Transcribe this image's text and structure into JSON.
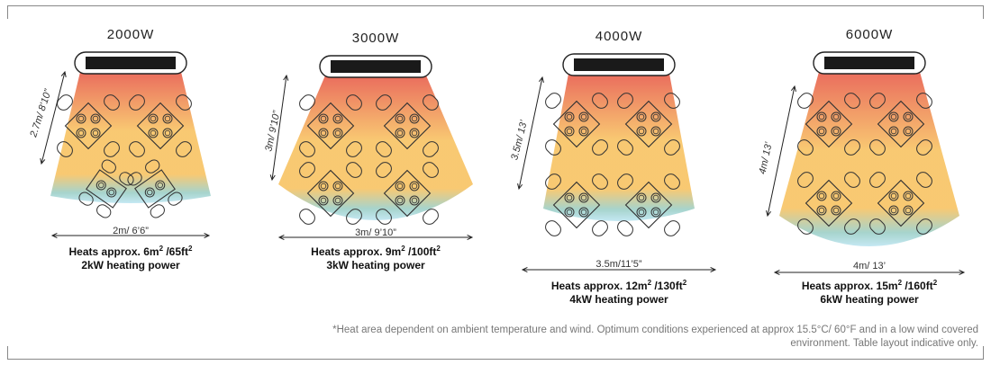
{
  "colors": {
    "heater_body": "#1a1a1a",
    "heater_frame": "#ffffff",
    "heat_top": "#e8604f",
    "heat_mid": "#f8c466",
    "heat_low": "#9fd0c8",
    "heat_bottom": "#bfe6f2",
    "outline": "#333333",
    "footnote_text": "#777777"
  },
  "icons": [
    "heater-icon",
    "table-icon",
    "chair-icon",
    "dimension-arrow-icon"
  ],
  "heaters": [
    {
      "wattage": "2000W",
      "height": "2.7m/ 8’10”",
      "width": "2m/ 6’6”",
      "heats_prefix": "Heats approx. 6m",
      "heats_mid": " /65ft",
      "heats_sup1": "2",
      "heats_sup2": "2",
      "power": "2kW heating power",
      "tables": 4
    },
    {
      "wattage": "3000W",
      "height": "3m/ 9’10”",
      "width": "3m/ 9’10”",
      "heats_prefix": "Heats approx. 9m",
      "heats_mid": " /100ft",
      "heats_sup1": "2",
      "heats_sup2": "2",
      "power": "3kW heating power",
      "tables": 4
    },
    {
      "wattage": "4000W",
      "height": "3.5m/ 13’",
      "width": "3.5m/11’5”",
      "heats_prefix": "Heats approx. 12m",
      "heats_mid": " /130ft",
      "heats_sup1": "2",
      "heats_sup2": "2",
      "power": "4kW  heating power",
      "tables": 4
    },
    {
      "wattage": "6000W",
      "height": "4m/ 13’",
      "width": "4m/ 13’",
      "heats_prefix": "Heats approx. 15m",
      "heats_mid": " /160ft",
      "heats_sup1": "2",
      "heats_sup2": "2",
      "power": "6kW heating power",
      "tables": 4
    }
  ],
  "footnote": {
    "line1": "*Heat area dependent on ambient temperature and wind. Optimum conditions experienced at approx 15.5°C/ 60°F  and in a low wind covered",
    "line2": "environment. Table layout indicative only."
  }
}
